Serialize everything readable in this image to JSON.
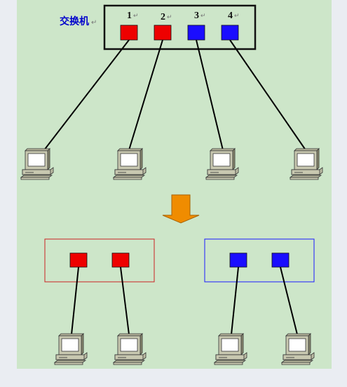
{
  "switch": {
    "label": "交换机",
    "ports": [
      {
        "number": "1",
        "vlan": "red"
      },
      {
        "number": "2",
        "vlan": "red"
      },
      {
        "number": "3",
        "vlan": "blue"
      },
      {
        "number": "4",
        "vlan": "blue"
      }
    ]
  },
  "mark": "↵",
  "vlans": [
    {
      "id": "red",
      "ports": 2,
      "hosts": 2
    },
    {
      "id": "blue",
      "ports": 2,
      "hosts": 2
    }
  ],
  "colors": {
    "red": "#ee0000",
    "blue": "#1a0dff",
    "arrow": "#f08c00",
    "label": "#0000cc",
    "background": "#cde6c9",
    "page": "#eaedf2"
  },
  "icons": [
    "computer-icon",
    "down-arrow-icon"
  ]
}
